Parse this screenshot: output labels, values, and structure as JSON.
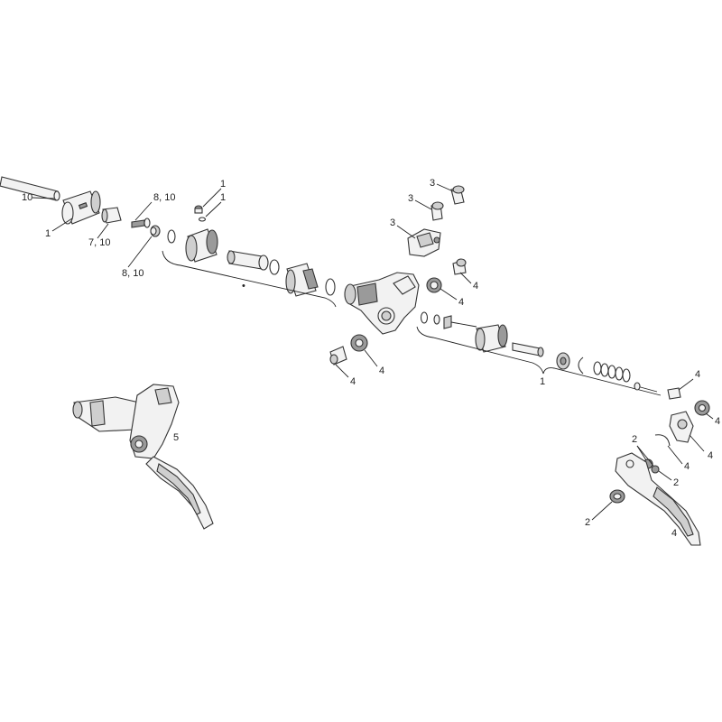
{
  "callouts": {
    "c10_bar": "10",
    "c1_clamp": "1",
    "c7_10": "7, 10",
    "c8_10_top": "8, 10",
    "c8_10_bottom": "8, 10",
    "c1_screw_a": "1",
    "c1_screw_b": "1",
    "c_bracket_dot": "•",
    "c3_bolt_a": "3",
    "c3_bolt_b": "3",
    "c3_clamp": "3",
    "c4_fitting": "4",
    "c4_washer_top": "4",
    "c4_washer_mid": "4",
    "c4_barb": "4",
    "c1_piston_group": "1",
    "c4_hose_end": "4",
    "c4_right_washer": "4",
    "c4_right_cover": "4",
    "c5_lever_left": "5",
    "c2_a": "2",
    "c2_b": "2",
    "c2_c": "2",
    "c4_clip": "4",
    "c4_lever_right": "4"
  }
}
